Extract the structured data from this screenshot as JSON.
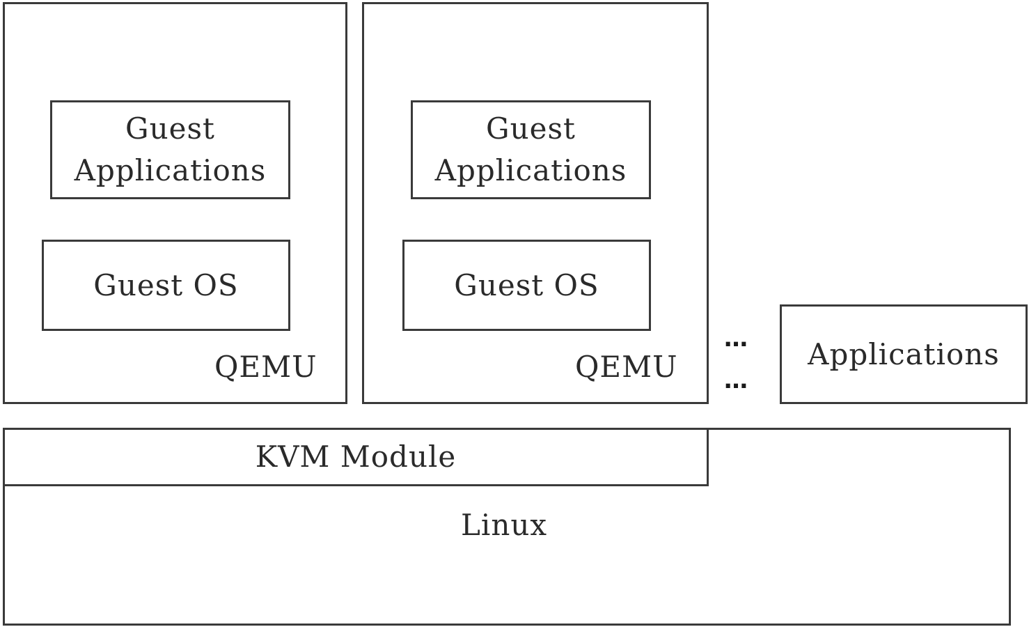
{
  "vm1": {
    "guest_apps_line1": "Guest",
    "guest_apps_line2": "Applications",
    "guest_os": "Guest OS",
    "qemu": "QEMU"
  },
  "vm2": {
    "guest_apps_line1": "Guest",
    "guest_apps_line2": "Applications",
    "guest_os": "Guest OS",
    "qemu": "QEMU"
  },
  "ellipsis_top": "…",
  "ellipsis_bottom": "…",
  "applications": "Applications",
  "kvm_module": "KVM Module",
  "linux": "Linux"
}
